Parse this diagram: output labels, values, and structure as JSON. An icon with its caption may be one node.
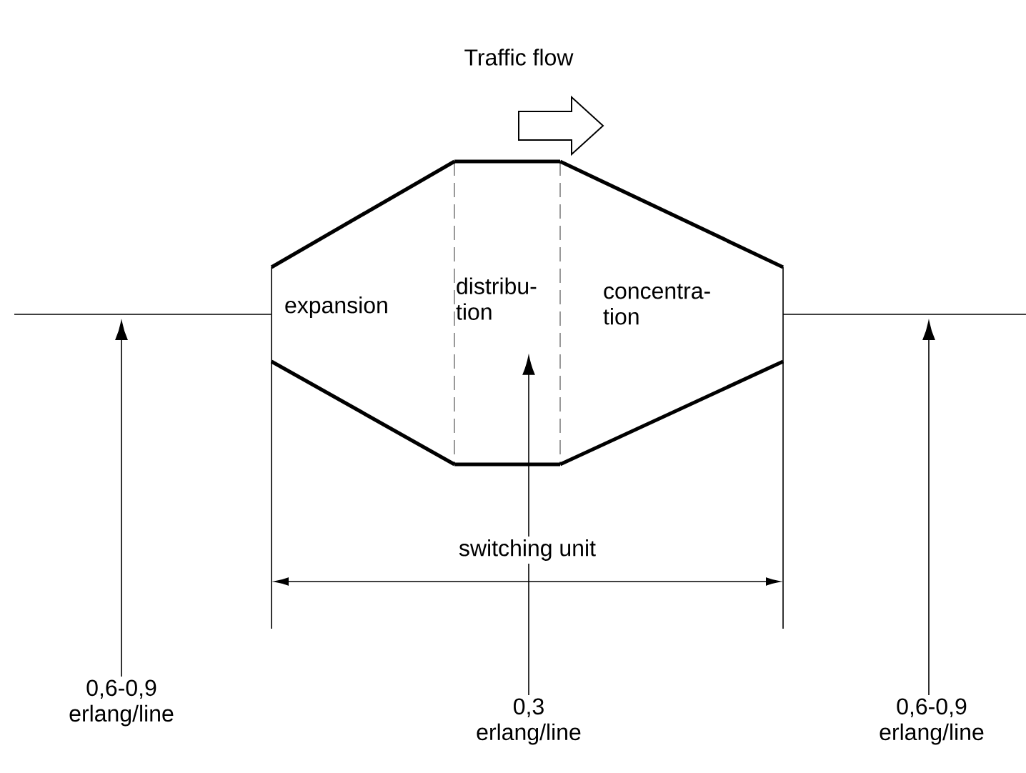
{
  "diagram": {
    "nodes": [
      {
        "text": [
          "expansion"
        ]
      },
      {
        "text": [
          "distribu- tion"
        ]
      },
      {
        "text": [
          "concentra- tion"
        ]
      },
      {
        "text": [
          "0,6-0,9 erlang/line"
        ]
      },
      {
        "text": [
          "0,3 erlang/line"
        ]
      },
      {
        "text": [
          "0,6-0,9 erlang/line"
        ]
      }
    ],
    "edges": [
      {
        "from": 3,
        "to": null,
        "arrow": "to"
      },
      {
        "from": 4,
        "to": 1,
        "arrow": "to"
      },
      {
        "from": 5,
        "to": null,
        "arrow": "to"
      }
    ],
    "labels": [
      "Traffic flow",
      "switching unit"
    ]
  }
}
